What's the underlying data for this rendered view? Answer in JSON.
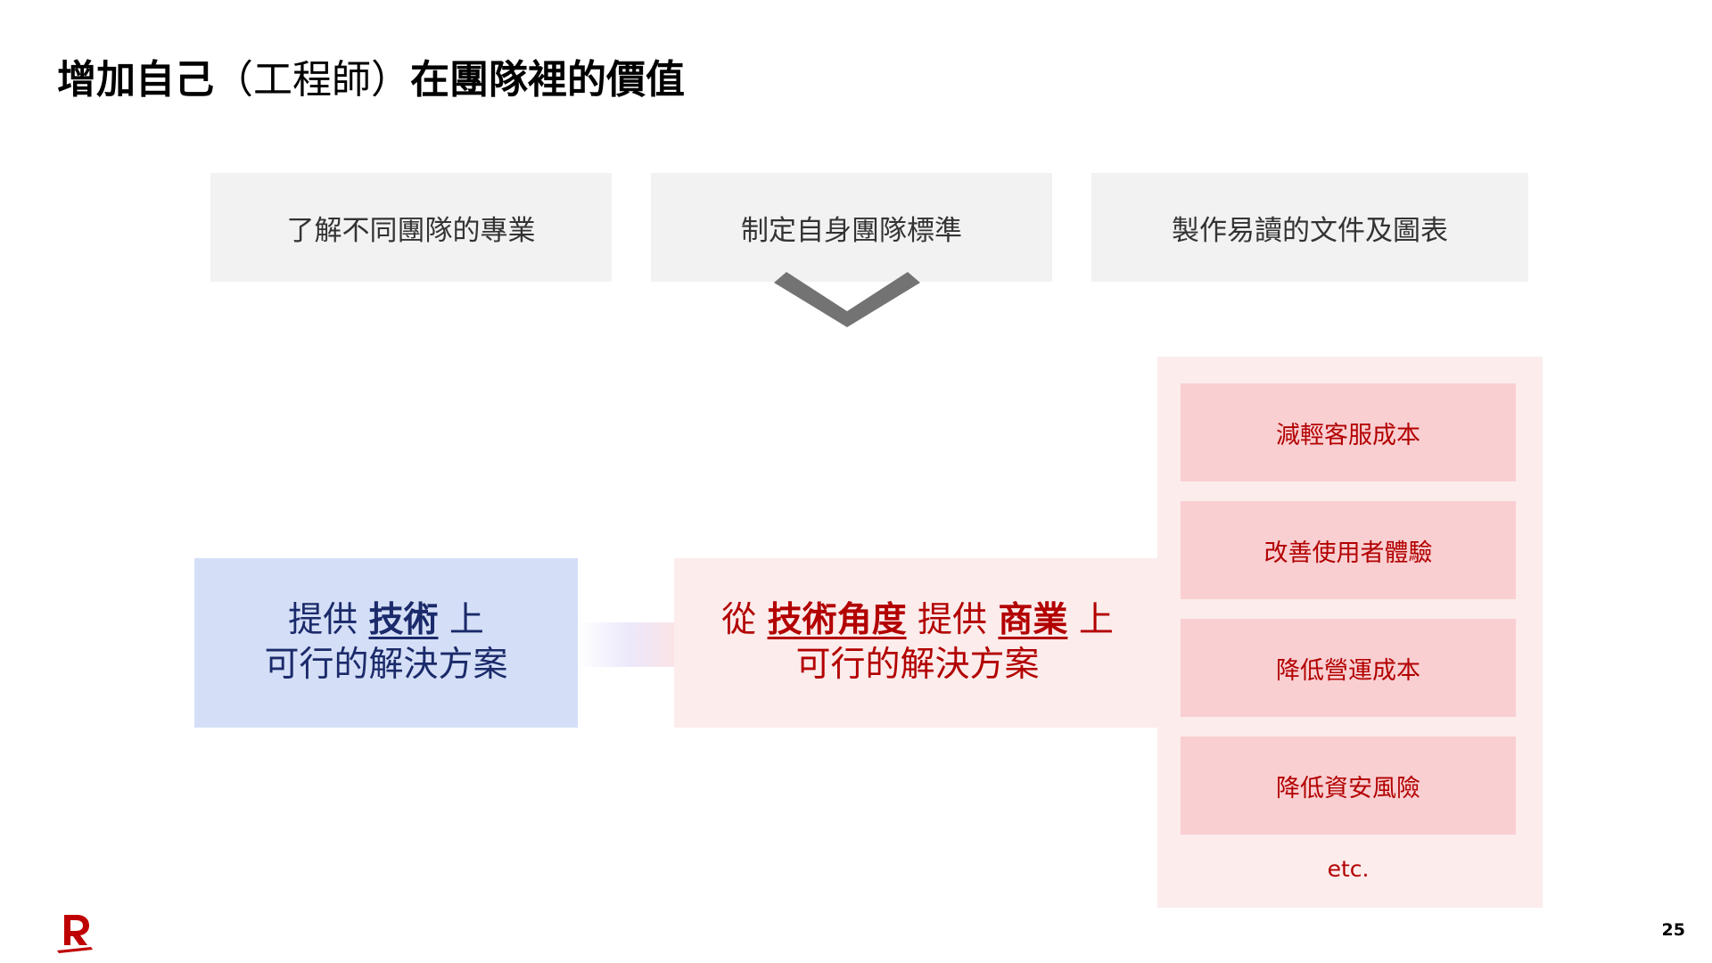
{
  "slide": {
    "title_a": "增加自己",
    "title_paren": "（工程師）",
    "title_b": "在團隊裡的價值",
    "page_number": "25"
  },
  "top_boxes": [
    {
      "label": "了解不同團隊的專業"
    },
    {
      "label": "制定自身團隊標準"
    },
    {
      "label": "製作易讀的文件及圖表"
    }
  ],
  "engineer_box": {
    "line1_pre": "提供",
    "line1_em": "技術",
    "line1_post": "上",
    "line2": "可行的解決方案"
  },
  "business_box": {
    "pre": "從",
    "em1": "技術角度",
    "mid": "提供",
    "em2": "商業",
    "post": "上",
    "line2": "可行的解決方案"
  },
  "benefits": [
    {
      "label": "減輕客服成本"
    },
    {
      "label": "改善使用者體驗"
    },
    {
      "label": "降低營運成本"
    },
    {
      "label": "降低資安風險"
    }
  ],
  "benefits_etc": "etc.",
  "colors": {
    "accent_red": "#b30000",
    "brand_red": "#bf0000",
    "navy": "#1b2a6a",
    "blue_box": "#d4dff7",
    "pink_bg": "#fcecec",
    "pink_pill": "#f9cfd2",
    "gray_box": "#f2f2f2",
    "chevron": "#737373"
  },
  "icons": {
    "chevron": "chevron-down-icon",
    "logo": "rakuten-r-logo"
  }
}
